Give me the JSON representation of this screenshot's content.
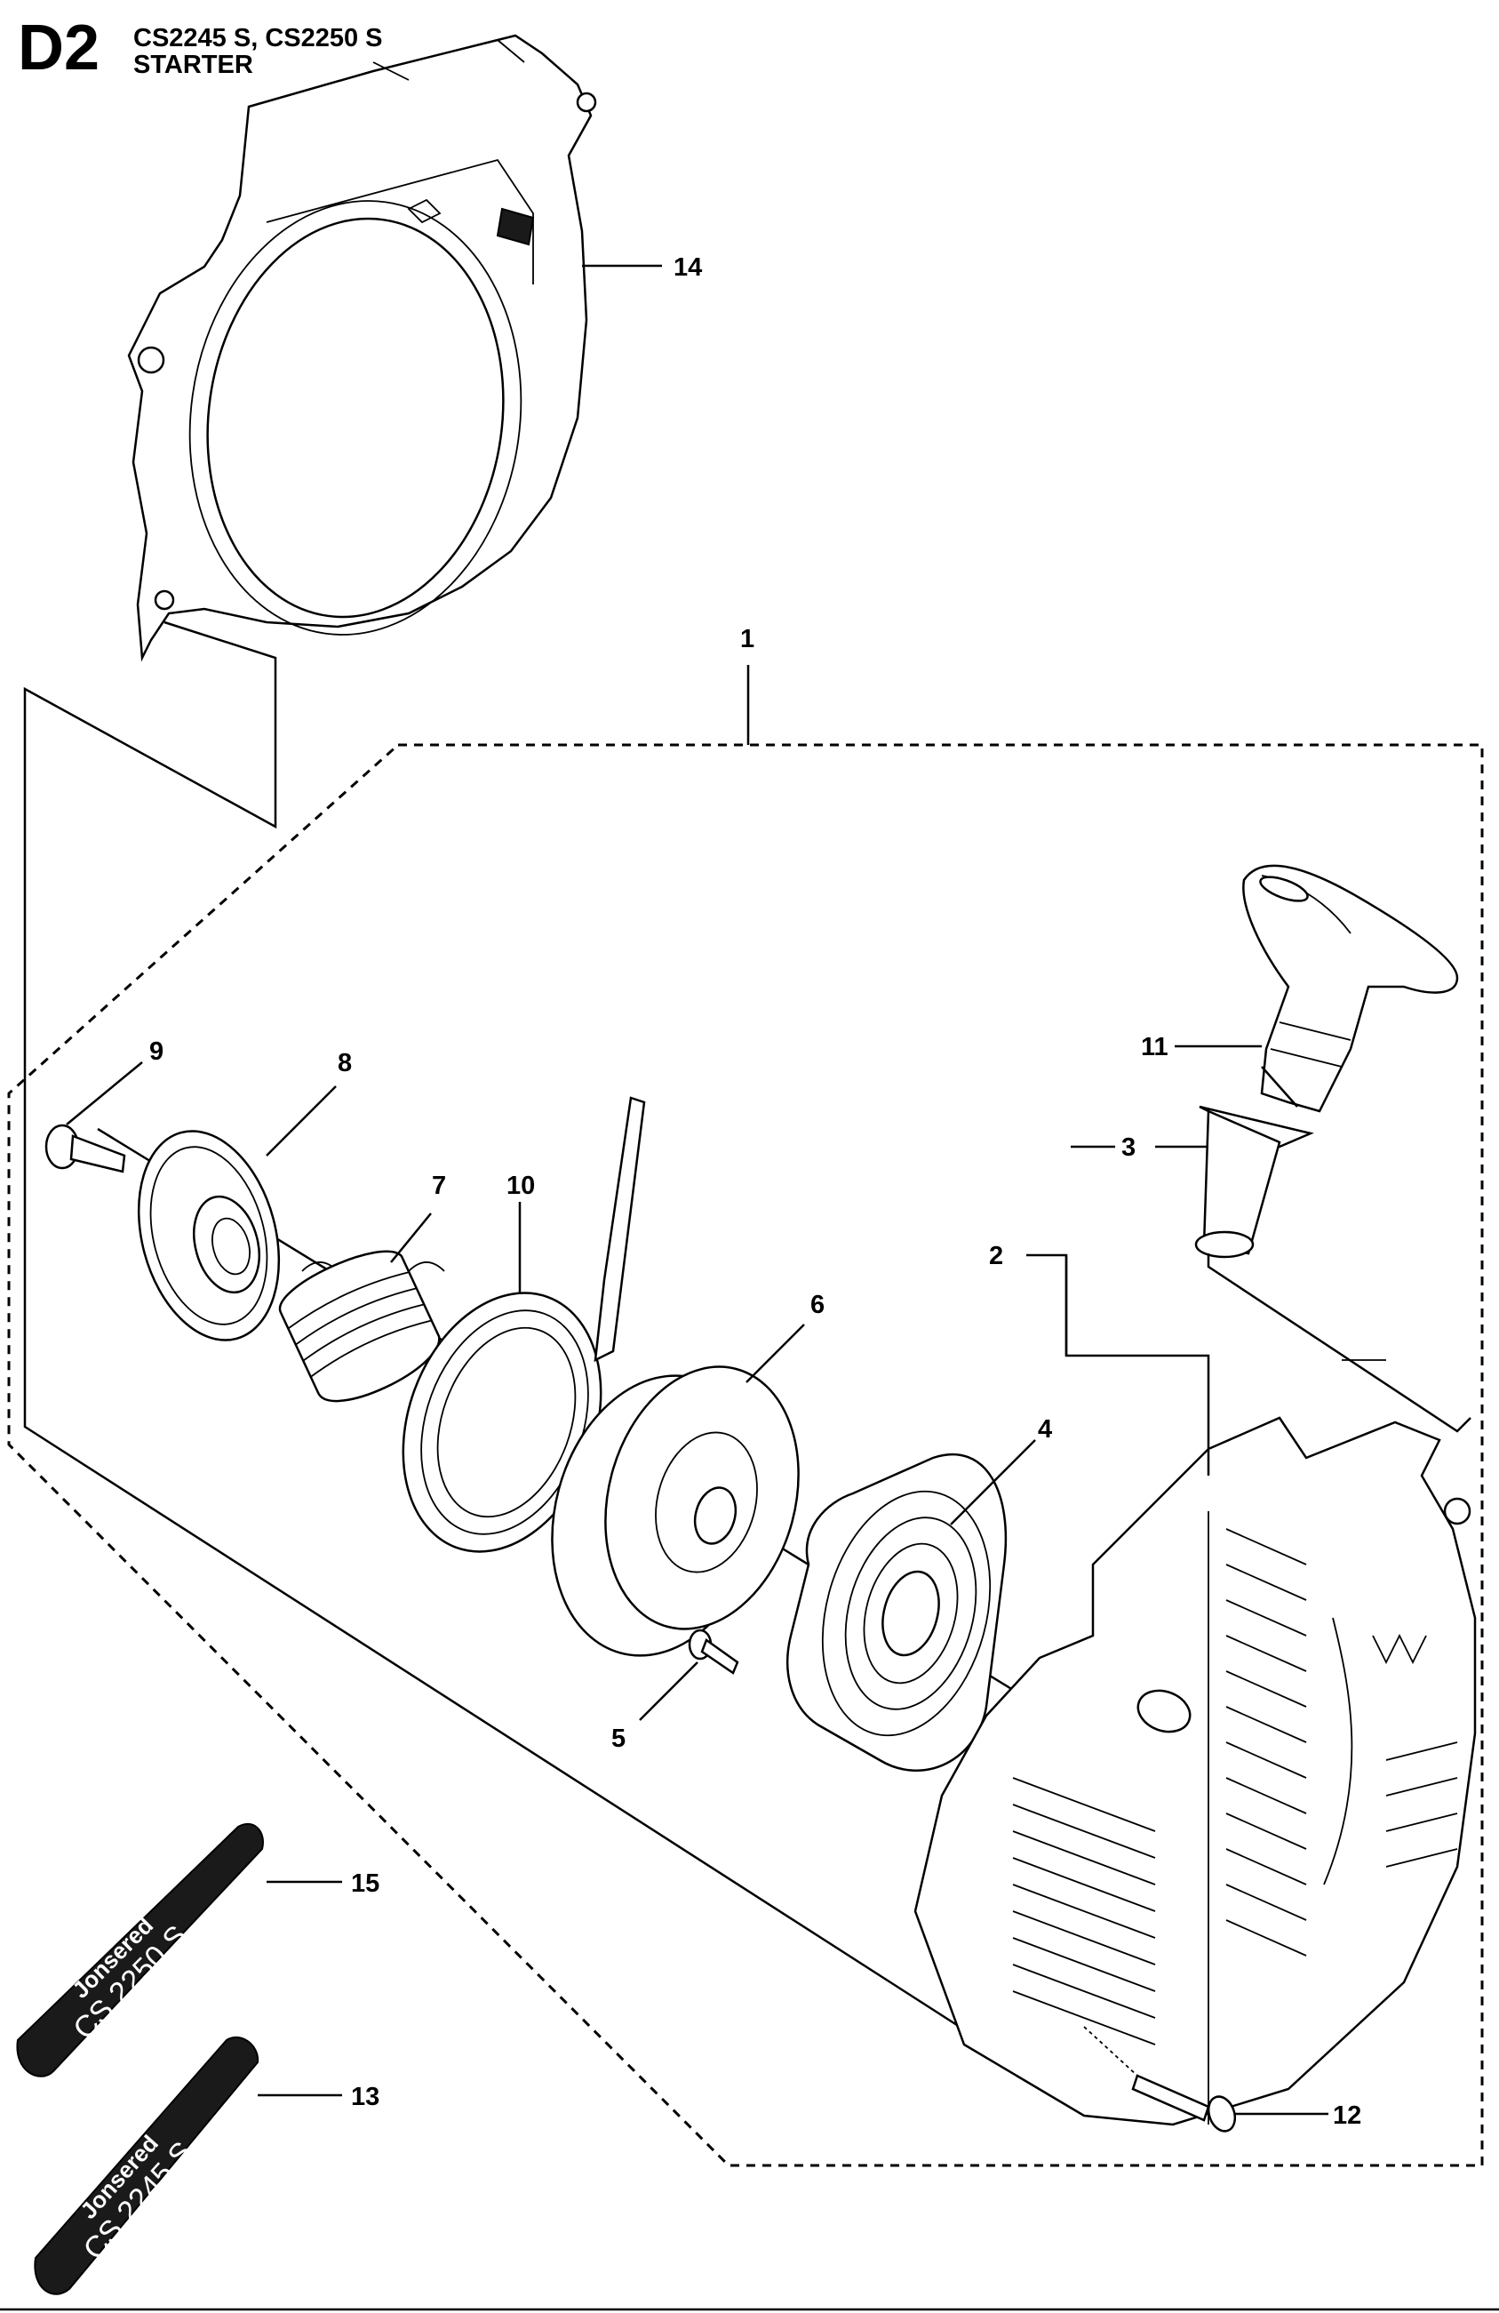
{
  "header": {
    "section_code": "D2",
    "models": "CS2245 S, CS2250 S",
    "title": "STARTER"
  },
  "callouts": {
    "c1": "1",
    "c2": "2",
    "c3": "3",
    "c4": "4",
    "c5": "5",
    "c6": "6",
    "c7": "7",
    "c8": "8",
    "c9": "9",
    "c10": "10",
    "c11": "11",
    "c12": "12",
    "c13": "13",
    "c14": "14",
    "c15": "15"
  },
  "decals": {
    "decal_15": {
      "brand": "Jonsered",
      "model": "CS 2250 S"
    },
    "decal_13": {
      "brand": "Jonsered",
      "model": "CS 2245 S"
    }
  },
  "colors": {
    "line": "#000000",
    "background": "#ffffff",
    "decal": "#1a1a1a"
  }
}
